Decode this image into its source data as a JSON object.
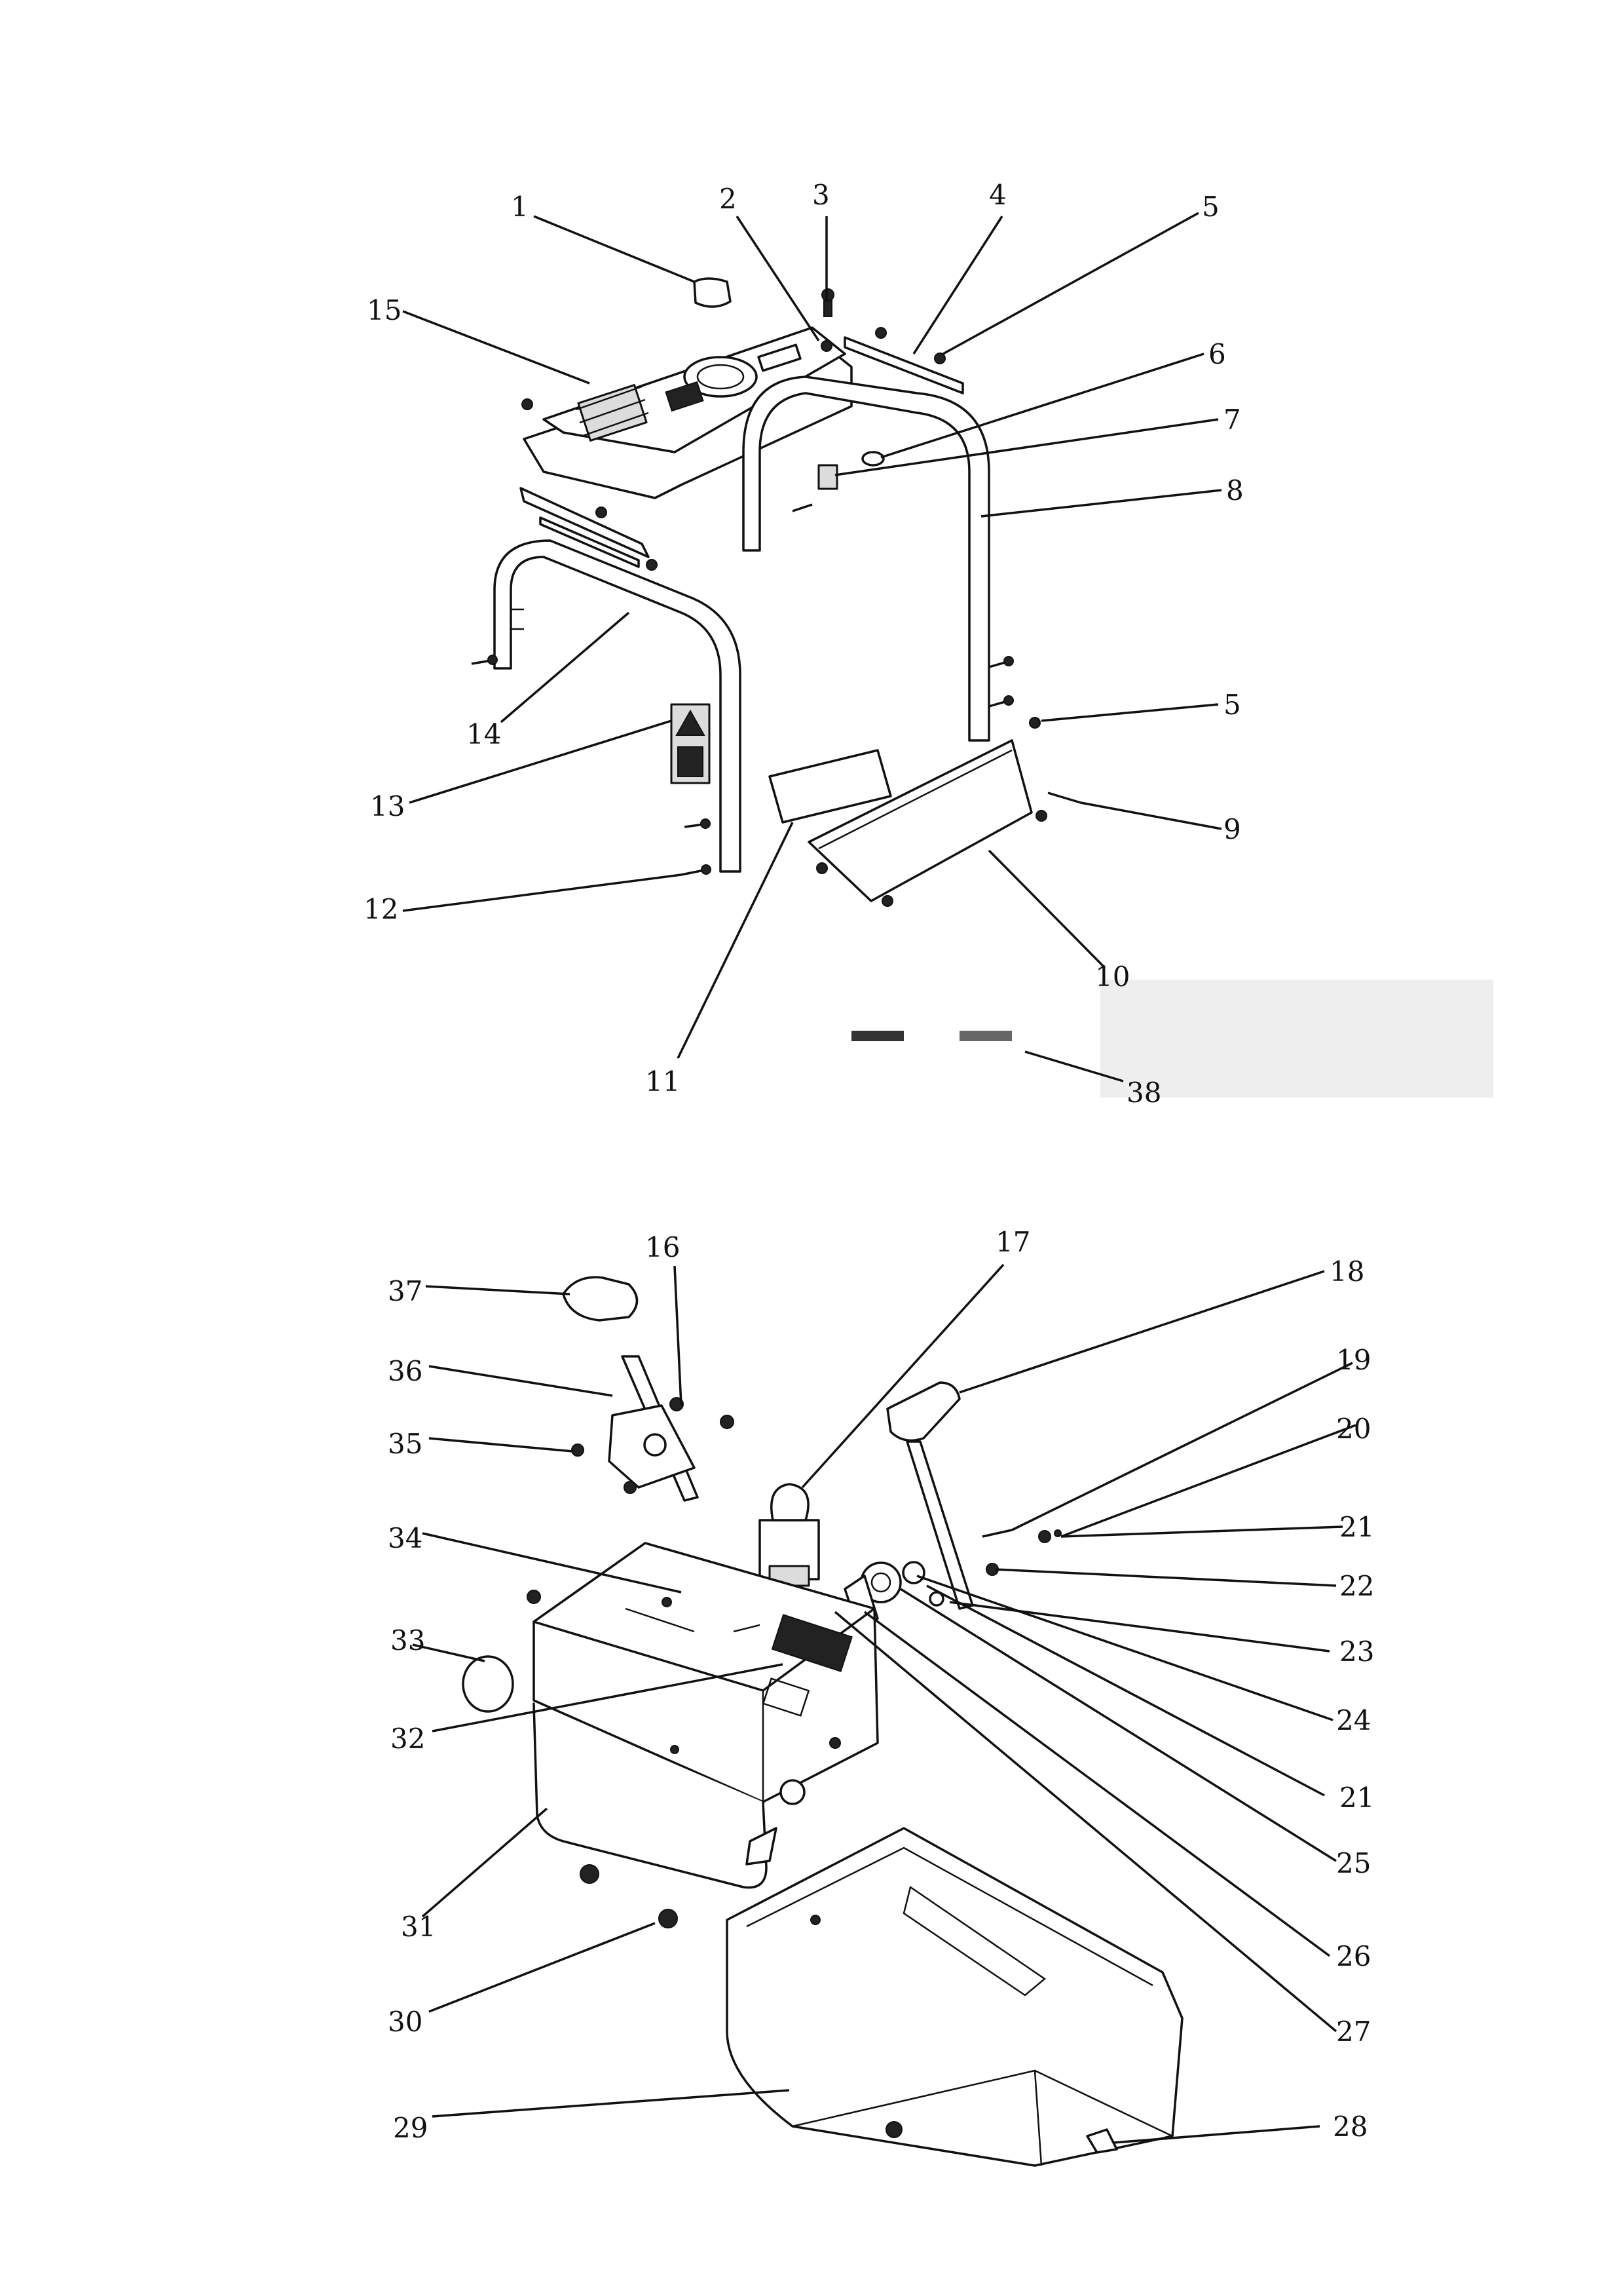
{
  "callouts": [
    {
      "id": "1",
      "text": "1"
    },
    {
      "id": "2",
      "text": "2"
    },
    {
      "id": "3",
      "text": "3"
    },
    {
      "id": "4",
      "text": "4"
    },
    {
      "id": "5a",
      "text": "5"
    },
    {
      "id": "6",
      "text": "6"
    },
    {
      "id": "7",
      "text": "7"
    },
    {
      "id": "8",
      "text": "8"
    },
    {
      "id": "5b",
      "text": "5"
    },
    {
      "id": "9",
      "text": "9"
    },
    {
      "id": "10",
      "text": "10"
    },
    {
      "id": "11",
      "text": "11"
    },
    {
      "id": "12",
      "text": "12"
    },
    {
      "id": "13",
      "text": "13"
    },
    {
      "id": "14",
      "text": "14"
    },
    {
      "id": "15",
      "text": "15"
    },
    {
      "id": "38",
      "text": "38"
    },
    {
      "id": "16",
      "text": "16"
    },
    {
      "id": "17",
      "text": "17"
    },
    {
      "id": "18",
      "text": "18"
    },
    {
      "id": "19",
      "text": "19"
    },
    {
      "id": "20",
      "text": "20"
    },
    {
      "id": "21a",
      "text": "21"
    },
    {
      "id": "22",
      "text": "22"
    },
    {
      "id": "23",
      "text": "23"
    },
    {
      "id": "24",
      "text": "24"
    },
    {
      "id": "21b",
      "text": "21"
    },
    {
      "id": "25",
      "text": "25"
    },
    {
      "id": "26",
      "text": "26"
    },
    {
      "id": "27",
      "text": "27"
    },
    {
      "id": "28",
      "text": "28"
    },
    {
      "id": "29",
      "text": "29"
    },
    {
      "id": "30",
      "text": "30"
    },
    {
      "id": "31",
      "text": "31"
    },
    {
      "id": "32",
      "text": "32"
    },
    {
      "id": "33",
      "text": "33"
    },
    {
      "id": "34",
      "text": "34"
    },
    {
      "id": "35",
      "text": "35"
    },
    {
      "id": "36",
      "text": "36"
    },
    {
      "id": "37",
      "text": "37"
    }
  ]
}
